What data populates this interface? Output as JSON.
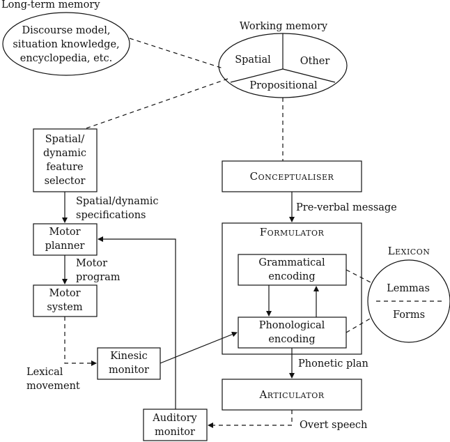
{
  "long_term_memory": {
    "title": "Long-term memory",
    "content": "Discourse model,\nsituation knowledge,\nencyclopedia, etc."
  },
  "working_memory": {
    "title": "Working memory",
    "spatial": "Spatial",
    "other": "Other",
    "propositional": "Propositional"
  },
  "left_path": {
    "feature_selector": "Spatial/\ndynamic\nfeature\nselector",
    "spec_label": "Spatial/dynamic\nspecifications",
    "motor_planner": "Motor\nplanner",
    "motor_program_label": "Motor\nprogram",
    "motor_system": "Motor\nsystem",
    "lexical_movement_label": "Lexical\nmovement",
    "kinesic_monitor": "Kinesic\nmonitor",
    "auditory_monitor": "Auditory\nmonitor"
  },
  "right_path": {
    "conceptualiser": "Conceptualiser",
    "preverbal_label": "Pre-verbal message",
    "formulator": "Formulator",
    "grammatical_encoding": "Grammatical\nencoding",
    "phonological_encoding": "Phonological\nencoding",
    "phonetic_plan_label": "Phonetic plan",
    "articulator": "Articulator",
    "overt_speech_label": "Overt speech"
  },
  "lexicon": {
    "title": "Lexicon",
    "lemmas": "Lemmas",
    "forms": "Forms"
  }
}
